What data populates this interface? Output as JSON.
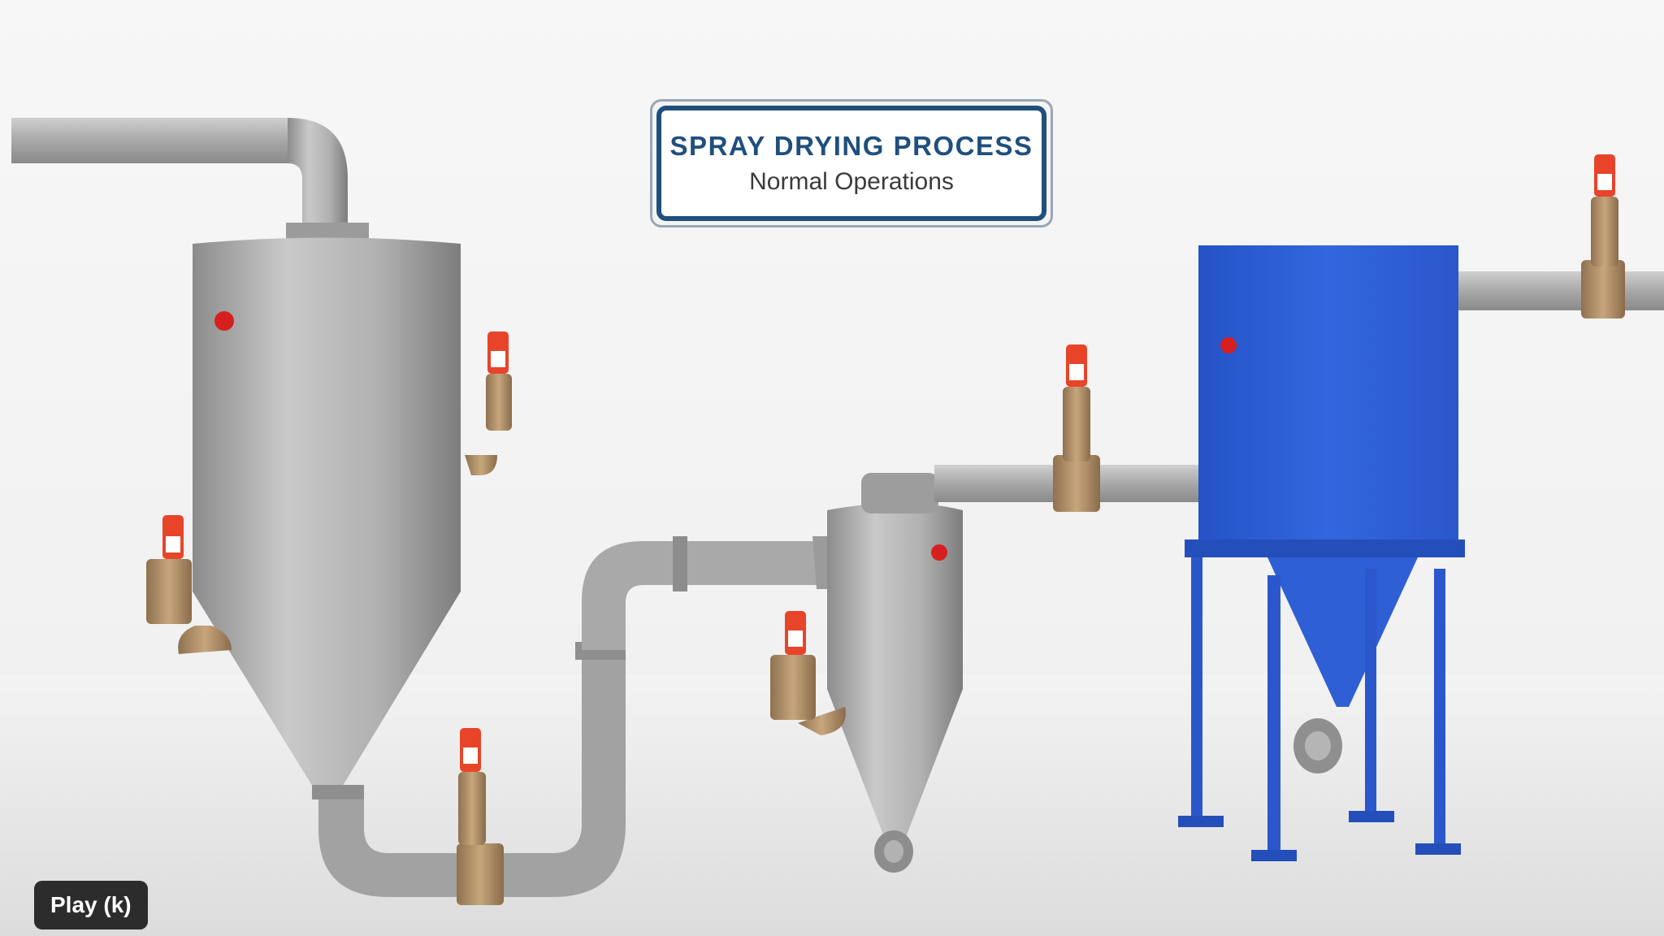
{
  "video": {
    "title_card": {
      "title": "SPRAY DRYING PROCESS",
      "subtitle": "Normal Operations"
    },
    "tooltip": {
      "label": "Play (k)"
    }
  },
  "scene": {
    "equipment": [
      "spray-dryer-vessel",
      "cyclone-separator",
      "baghouse-dust-collector"
    ],
    "sensors": [
      "valve-sensor"
    ],
    "colors": {
      "steel": "#a9a9a9",
      "baghouse_blue": "#2f5fd4",
      "sensor_red": "#e8442a",
      "brass": "#b6956c",
      "indicator_red": "#d61f1f",
      "title_blue": "#1f4f7d"
    }
  }
}
